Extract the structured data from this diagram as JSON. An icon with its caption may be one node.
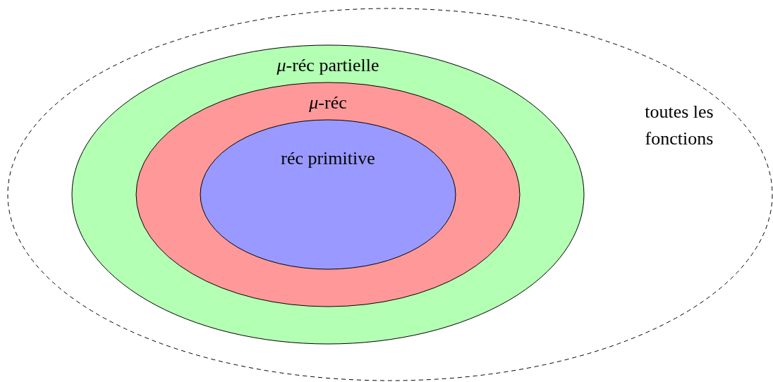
{
  "diagram": {
    "nodes": [
      {
        "text": [
          "toutes les fonctions"
        ]
      },
      {
        "text": [
          "*μ*-réc partielle"
        ],
        "in": 0
      },
      {
        "text": [
          "*μ*-réc"
        ],
        "in": 1
      },
      {
        "text": [
          "réc primitive"
        ],
        "in": 2
      }
    ]
  }
}
